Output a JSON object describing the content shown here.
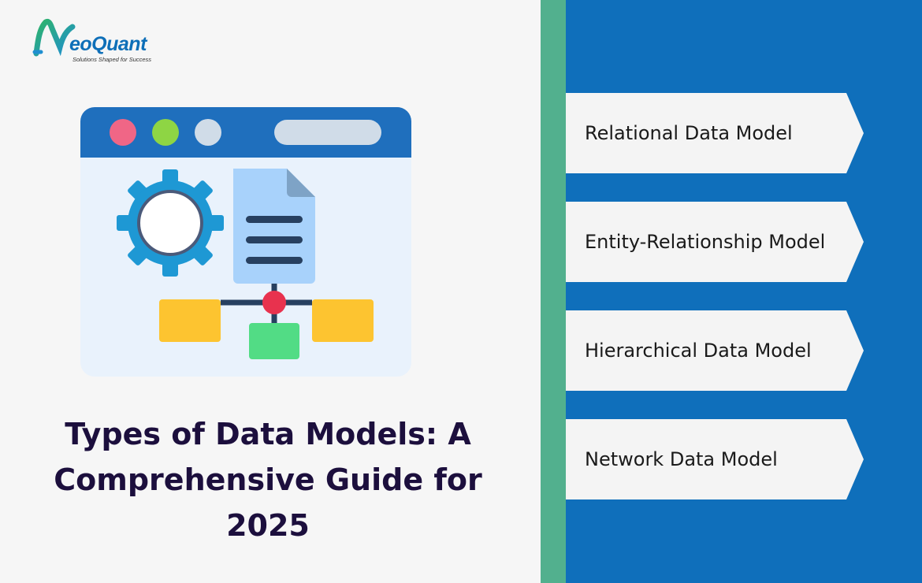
{
  "logo": {
    "name": "eoQuant",
    "tagline": "Solutions Shaped for Success"
  },
  "title": "Types of Data Models: A Comprehensive Guide for 2025",
  "models": [
    {
      "label": "Relational Data Model"
    },
    {
      "label": "Entity-Relationship Model"
    },
    {
      "label": "Hierarchical Data Model"
    },
    {
      "label": "Network Data Model"
    }
  ],
  "colors": {
    "left_bg": "#f6f6f6",
    "green_stripe": "#52b08e",
    "blue_panel": "#0f6fbb",
    "title_text": "#1c0f3d",
    "arrow_bg": "#f4f4f4"
  },
  "illustration": {
    "icons": [
      "browser-window-icon",
      "gear-icon",
      "document-icon",
      "hierarchy-diagram-icon"
    ]
  }
}
